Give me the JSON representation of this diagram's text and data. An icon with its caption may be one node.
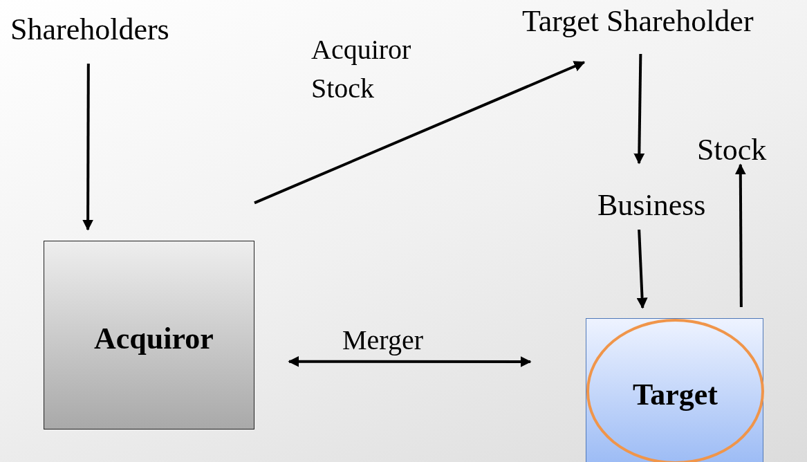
{
  "diagram": {
    "nodes": [
      {
        "text": [
          "Shareholders"
        ]
      },
      {
        "text": [
          "Target Shareholder"
        ]
      },
      {
        "text": [
          "Business"
        ]
      },
      {
        "text": [
          "Stock"
        ]
      },
      {
        "text": [
          "Acquiror"
        ]
      },
      {
        "text": [],
        "shape": "box"
      },
      {
        "text": [
          "Target"
        ],
        "in": 5
      }
    ],
    "edges": [
      {
        "from": 0,
        "to": 4,
        "arrow": "to"
      },
      {
        "from": 4,
        "to": 1,
        "arrow": "to",
        "label": "Acquiror Stock"
      },
      {
        "from": 1,
        "to": 2,
        "arrow": "to"
      },
      {
        "from": 2,
        "to": 5,
        "arrow": "to"
      },
      {
        "from": 5,
        "to": 3,
        "arrow": "to"
      },
      {
        "from": 4,
        "to": 5,
        "arrow": "both",
        "label": "Merger"
      }
    ]
  }
}
